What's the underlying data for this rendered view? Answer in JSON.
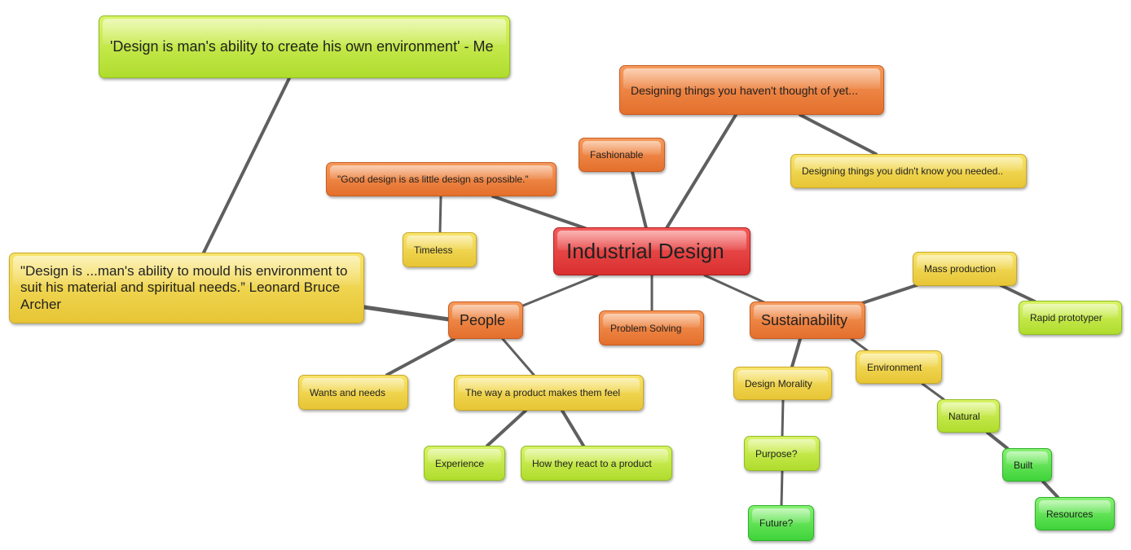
{
  "central": "Industrial Design",
  "nodes": {
    "quote_me": "'Design is man's ability to create his own environment' - Me",
    "quote_archer": "\"Design is ...man's ability to mould his environment to suit his material and spiritual needs.” Leonard Bruce Archer",
    "designing_not_thought": "Designing things you haven't thought of yet...",
    "designing_not_know": "Designing things you didn't know you needed..",
    "fashionable": "Fashionable",
    "good_design": "\"Good design is as little design as possible.\"",
    "timeless": "Timeless",
    "people": "People",
    "problem_solving": "Problem Solving",
    "sustainability": "Sustainability",
    "mass_production": "Mass production",
    "rapid_prototyper": "Rapid prototyper",
    "wants_needs": "Wants and needs",
    "way_product": "The way a product makes them feel",
    "experience": "Experience",
    "how_react": "How they react to a product",
    "design_morality": "Design Morality",
    "environment": "Environment",
    "natural": "Natural",
    "purpose": "Purpose?",
    "built": "Built",
    "future": "Future?",
    "resources": "Resources"
  },
  "colors": {
    "red": "#e03a3a",
    "orange": "#ec7d3c",
    "yellow": "#edd040",
    "lime": "#c2e63f",
    "green": "#55dd48",
    "link": "#5f5f5f"
  }
}
